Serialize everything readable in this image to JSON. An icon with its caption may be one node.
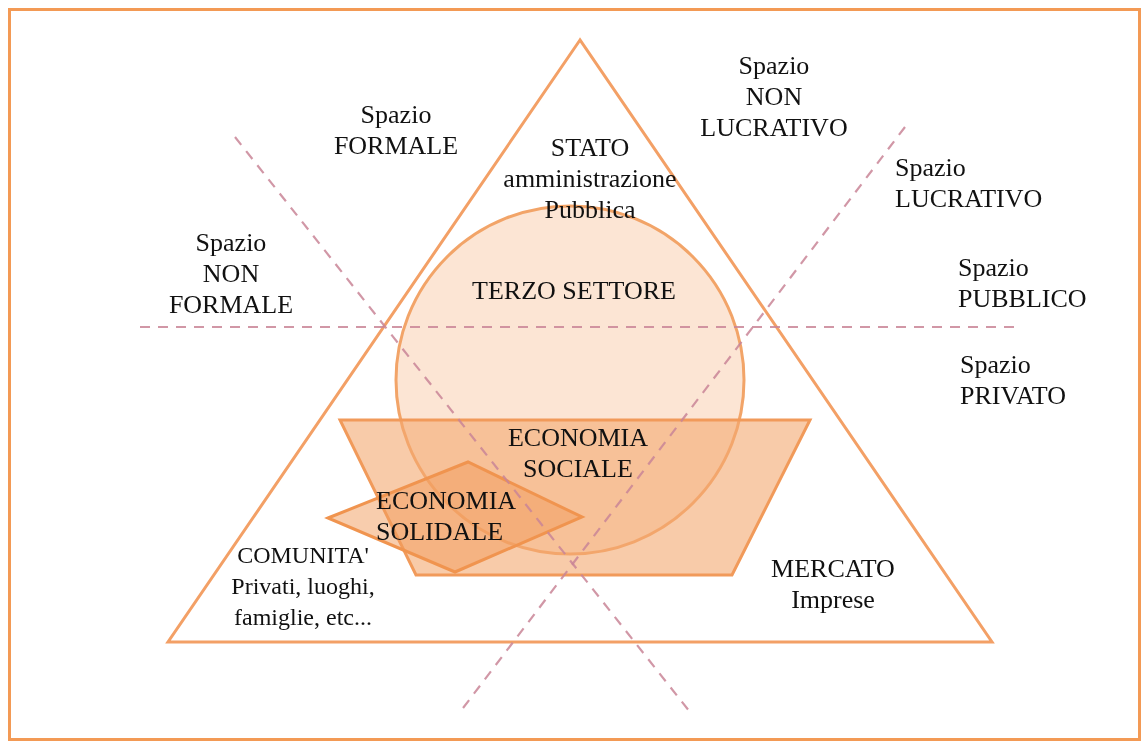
{
  "diagram": {
    "nodes": [
      {
        "text": [
          "STATO amministrazione Pubblica",
          "COMUNITA' Privati, luoghi, famiglie, etc...",
          "MERCATO Imprese"
        ]
      },
      {
        "text": [
          "TERZO SETTORE"
        ],
        "in": 0
      },
      {
        "text": [
          "ECONOMIA SOCIALE"
        ],
        "in": 0
      },
      {
        "text": [
          "ECONOMIA SOLIDALE"
        ],
        "in": 2
      }
    ],
    "labels": [
      "Spazio NON LUCRATIVO",
      "Spazio FORMALE",
      "Spazio LUCRATIVO",
      "Spazio NON FORMALE",
      "Spazio PUBBLICO",
      "Spazio PRIVATO"
    ]
  }
}
